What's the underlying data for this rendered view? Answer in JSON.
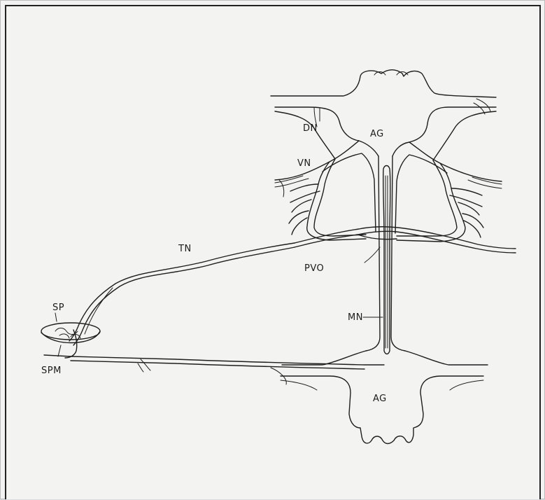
{
  "labels": {
    "dn": "DN",
    "ag_top": "AG",
    "vn": "VN",
    "tn": "TN",
    "pvo": "PVO",
    "sp": "SP",
    "spm": "SPM",
    "mn": "MN",
    "ag_bottom": "AG"
  }
}
